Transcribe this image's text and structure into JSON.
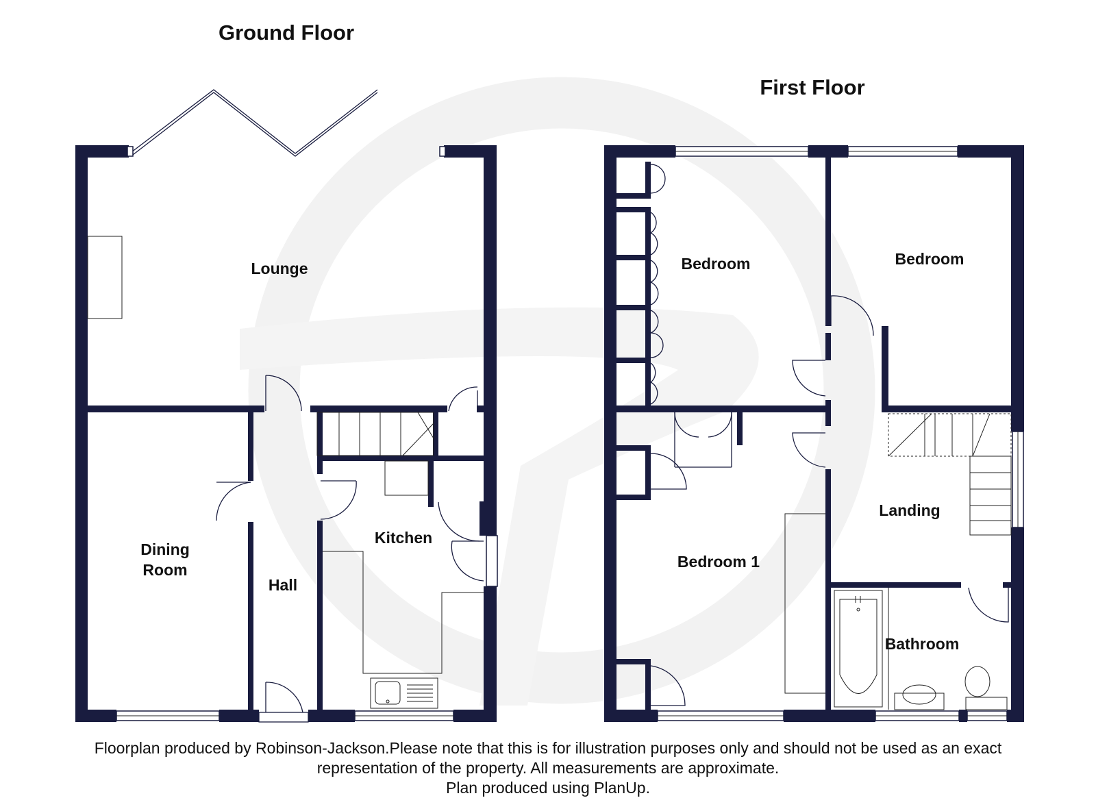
{
  "floors": [
    {
      "title": "Ground Floor",
      "rooms": {
        "lounge": "Lounge",
        "dining_line1": "Dining",
        "dining_line2": "Room",
        "hall": "Hall",
        "kitchen": "Kitchen"
      }
    },
    {
      "title": "First Floor",
      "rooms": {
        "bedroom_left": "Bedroom",
        "bedroom_right": "Bedroom",
        "bedroom_1": "Bedroom 1",
        "landing": "Landing",
        "bathroom": "Bathroom"
      }
    }
  ],
  "disclaimer": {
    "line1": "Floorplan produced by Robinson-Jackson.Please note that this is for illustration purposes only and should not be used as an exact",
    "line2": "representation of the property. All measurements are approximate.",
    "line3": "Plan produced using PlanUp."
  },
  "colors": {
    "wall": "#191c3f",
    "watermark": "#f1f1f1",
    "background": "#ffffff"
  }
}
